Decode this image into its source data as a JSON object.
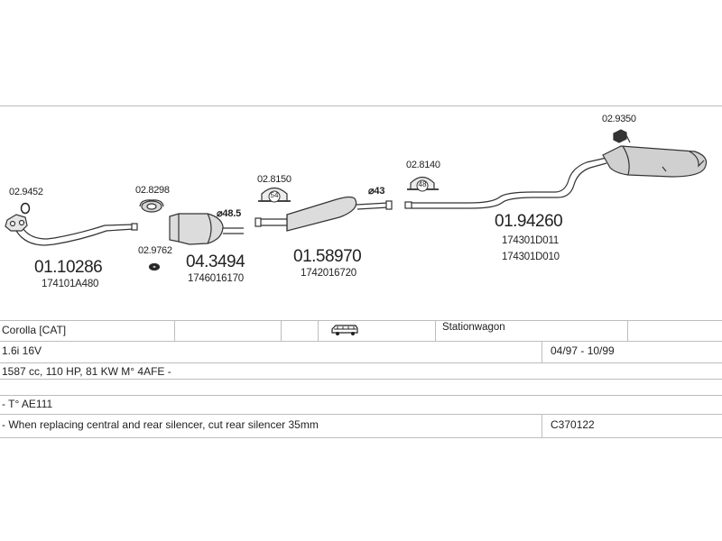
{
  "parts": {
    "front_clamp": "02.9452",
    "front_pipe": {
      "code": "01.10286",
      "ref": "174101A480"
    },
    "gasket_upper": "02.8298",
    "gasket_lower": "02.9762",
    "catalyst": {
      "code": "04.3494",
      "ref": "1746016170",
      "diameter": "⌀48.5"
    },
    "clamp_mid": {
      "code": "02.8150",
      "size": "54"
    },
    "center_silencer": {
      "code": "01.58970",
      "ref": "1742016720",
      "diameter": "⌀43"
    },
    "clamp_rear": {
      "code": "02.8140",
      "size": "48"
    },
    "rear_silencer": {
      "code": "01.94260",
      "ref1": "174301D011",
      "ref2": "174301D010"
    },
    "hanger": "02.9350"
  },
  "info": {
    "model": "Corolla  [CAT]",
    "body_type": "Stationwagon",
    "engine": "1.6i 16V",
    "period": "04/97 - 10/99",
    "specs": "1587 cc, 110 HP, 81 KW M° 4AFE -",
    "type_code": "- T° AE111",
    "note": "- When replacing central  and rear silencer, cut rear silencer 35mm",
    "note_code": "C370122"
  },
  "icons": {
    "vehicle": "station-wagon-icon"
  }
}
